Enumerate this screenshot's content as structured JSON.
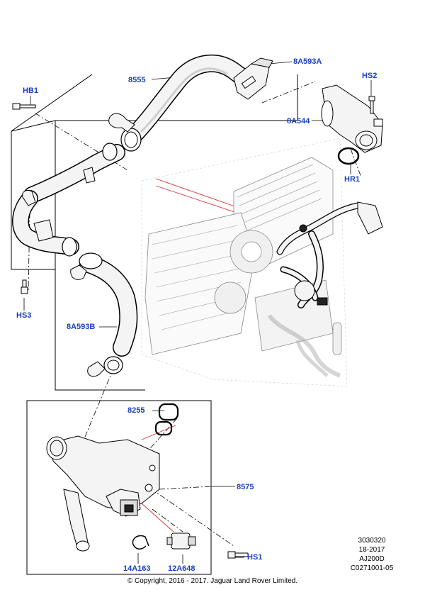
{
  "callouts": {
    "hb1": "HB1",
    "hs3": "HS3",
    "hs2": "HS2",
    "hr1": "HR1",
    "hs1": "HS1",
    "p8555": "8555",
    "p8a593a": "8A593A",
    "p8a544": "8A544",
    "p8a593b": "8A593B",
    "p8255": "8255",
    "p8575": "8575",
    "p14a163": "14A163",
    "p12a648": "12A648"
  },
  "reference": {
    "line1": "3030320",
    "line2": "18-2017",
    "line3": "AJ200D",
    "line4": "C0271001-05"
  },
  "copyright": "© Copyright, 2016 - 2017. Jaguar Land Rover Limited.",
  "colors": {
    "callout": "#1a3fbf",
    "leader_red": "#e03030",
    "line": "#000000",
    "hose_fill": "#f4f4f4"
  }
}
